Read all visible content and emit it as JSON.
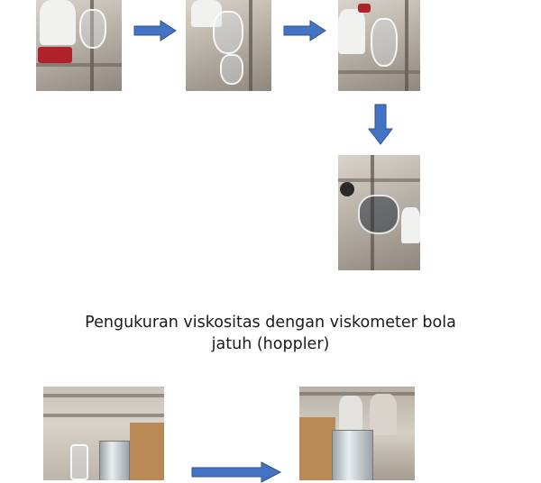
{
  "caption": {
    "line1": "Pengukuran viskositas dengan viskometer bola",
    "line2": "jatuh (hoppler)"
  },
  "colors": {
    "arrow": "#4472c4",
    "arrow_stroke": "#2f528f"
  },
  "photos": [
    {
      "name": "photo-step-1",
      "content": "lab-ostwald-setup"
    },
    {
      "name": "photo-step-2",
      "content": "lab-ostwald-pipette"
    },
    {
      "name": "photo-step-3",
      "content": "lab-ostwald-fill"
    },
    {
      "name": "photo-step-4",
      "content": "ostwald-bulb-closeup"
    },
    {
      "name": "photo-hoppler-1",
      "content": "hoppler-apparatus"
    },
    {
      "name": "photo-hoppler-2",
      "content": "hoppler-students"
    }
  ]
}
